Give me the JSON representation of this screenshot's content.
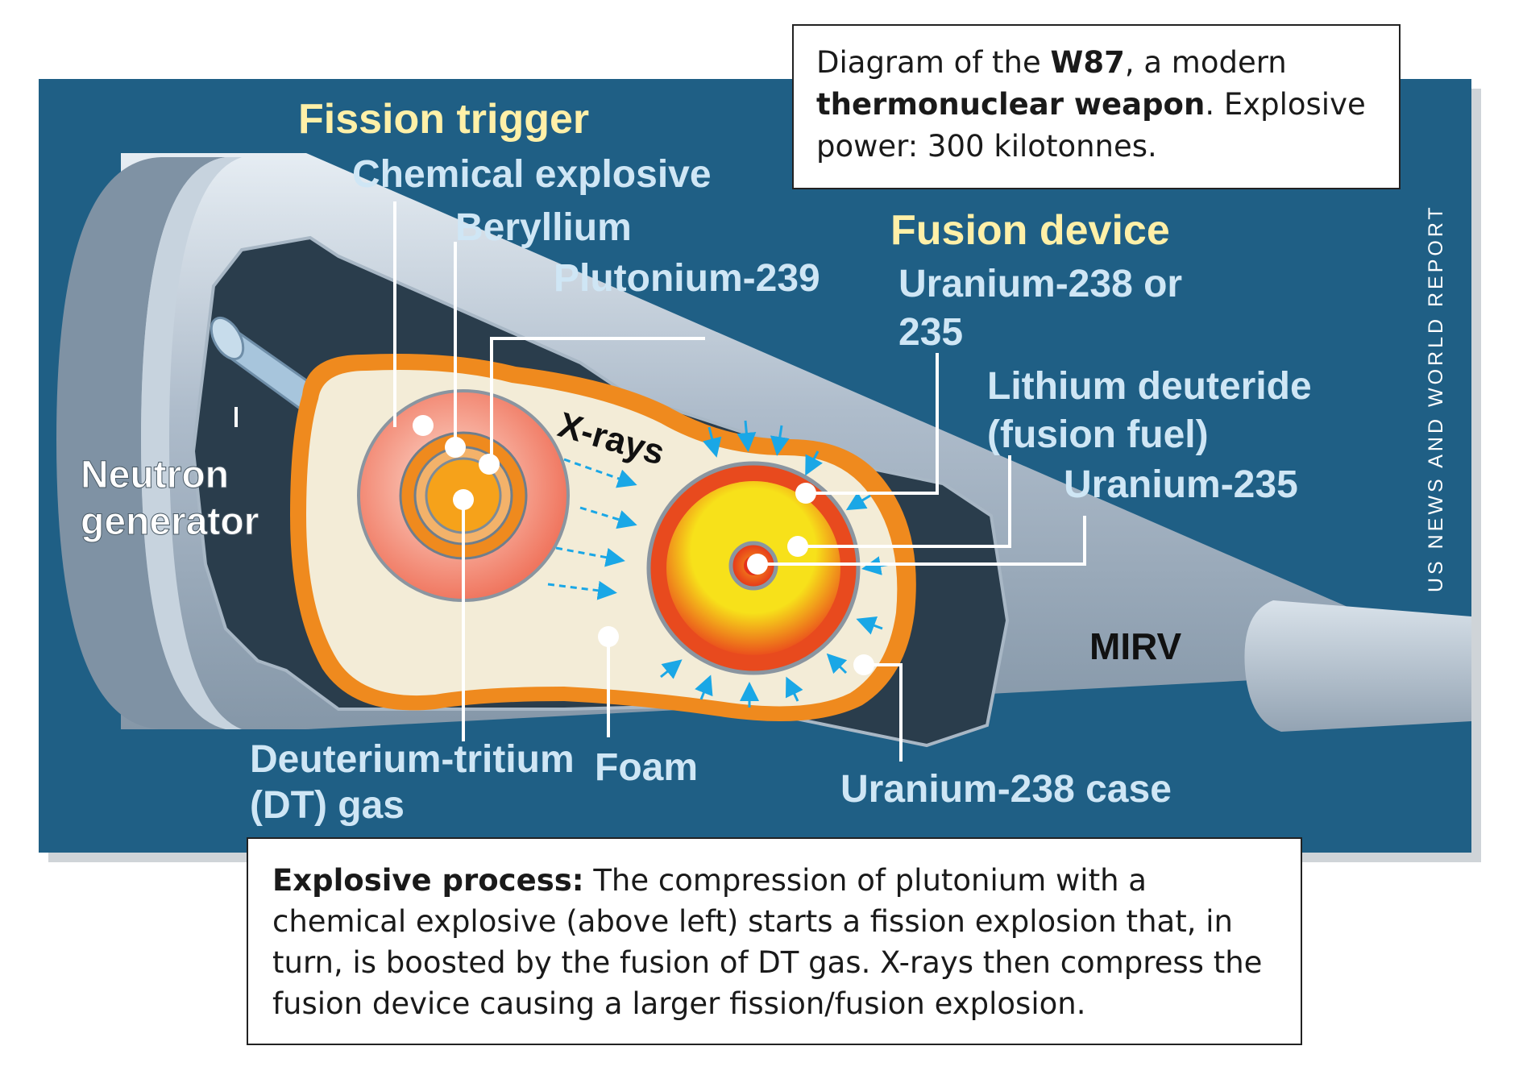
{
  "title_box": {
    "pre": "Diagram of the ",
    "model": "W87",
    "mid": ", a modern ",
    "weapon_type": "thermonuclear weapon",
    "post": ". Explosive power: 300 kilotonnes."
  },
  "process_box": {
    "heading": "Explosive process:",
    "text": " The compression of plutonium with a chemical explosive (above left) starts a fission explosion that, in turn, is boosted by the fusion of DT gas. X-rays then compress the fusion device causing a larger fission/fusion explosion."
  },
  "credit": "US NEWS AND WORLD REPORT",
  "labels": {
    "fission_trigger": "Fission trigger",
    "chemical_explosive": "Chemical explosive",
    "beryllium": "Beryllium",
    "plutonium": "Plutonium-239",
    "fusion_device": "Fusion device",
    "uranium_238_or_line1": "Uranium-238 or",
    "uranium_238_or_line2": "235",
    "lithium_line1": "Lithium deuteride",
    "lithium_line2": "(fusion fuel)",
    "uranium_235": "Uranium-235",
    "neutron_line1": "Neutron",
    "neutron_line2": "generator",
    "xrays": "X-rays",
    "mirv": "MIRV",
    "dt_line1": "Deuterium-tritium",
    "dt_line2": "(DT) gas",
    "foam": "Foam",
    "u238_case": "Uranium-238 case"
  },
  "colors": {
    "background_blue": "#1f5f85",
    "label_blue": "#cfe6f5",
    "label_yellow": "#fff0a8",
    "casing_silver": "#b9c6d2",
    "orange": "#ef8a1e",
    "foam_cream": "#f3ecd7",
    "arrow_blue": "#1aa7e6",
    "yellow_core": "#f7e11a"
  }
}
